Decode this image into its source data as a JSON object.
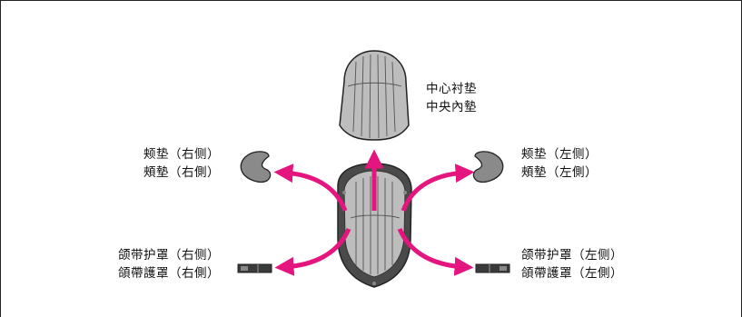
{
  "labels": {
    "center_pad": [
      "中心衬垫",
      "中央內墊"
    ],
    "cheek_right": [
      "颊垫（右侧）",
      "頰墊（右側）"
    ],
    "cheek_left": [
      "颊垫（左侧）",
      "頰墊（左側）"
    ],
    "chin_right": [
      "颌带护罩（右侧）",
      "頜帶護罩（右側）"
    ],
    "chin_left": [
      "颌带护罩（左侧）",
      "頜帶護罩（左側）"
    ]
  },
  "colors": {
    "arrow": "#e5157f",
    "pad_fill": "#bdbdbd",
    "pad_dark": "#5a5a5a",
    "outline": "#222222"
  }
}
